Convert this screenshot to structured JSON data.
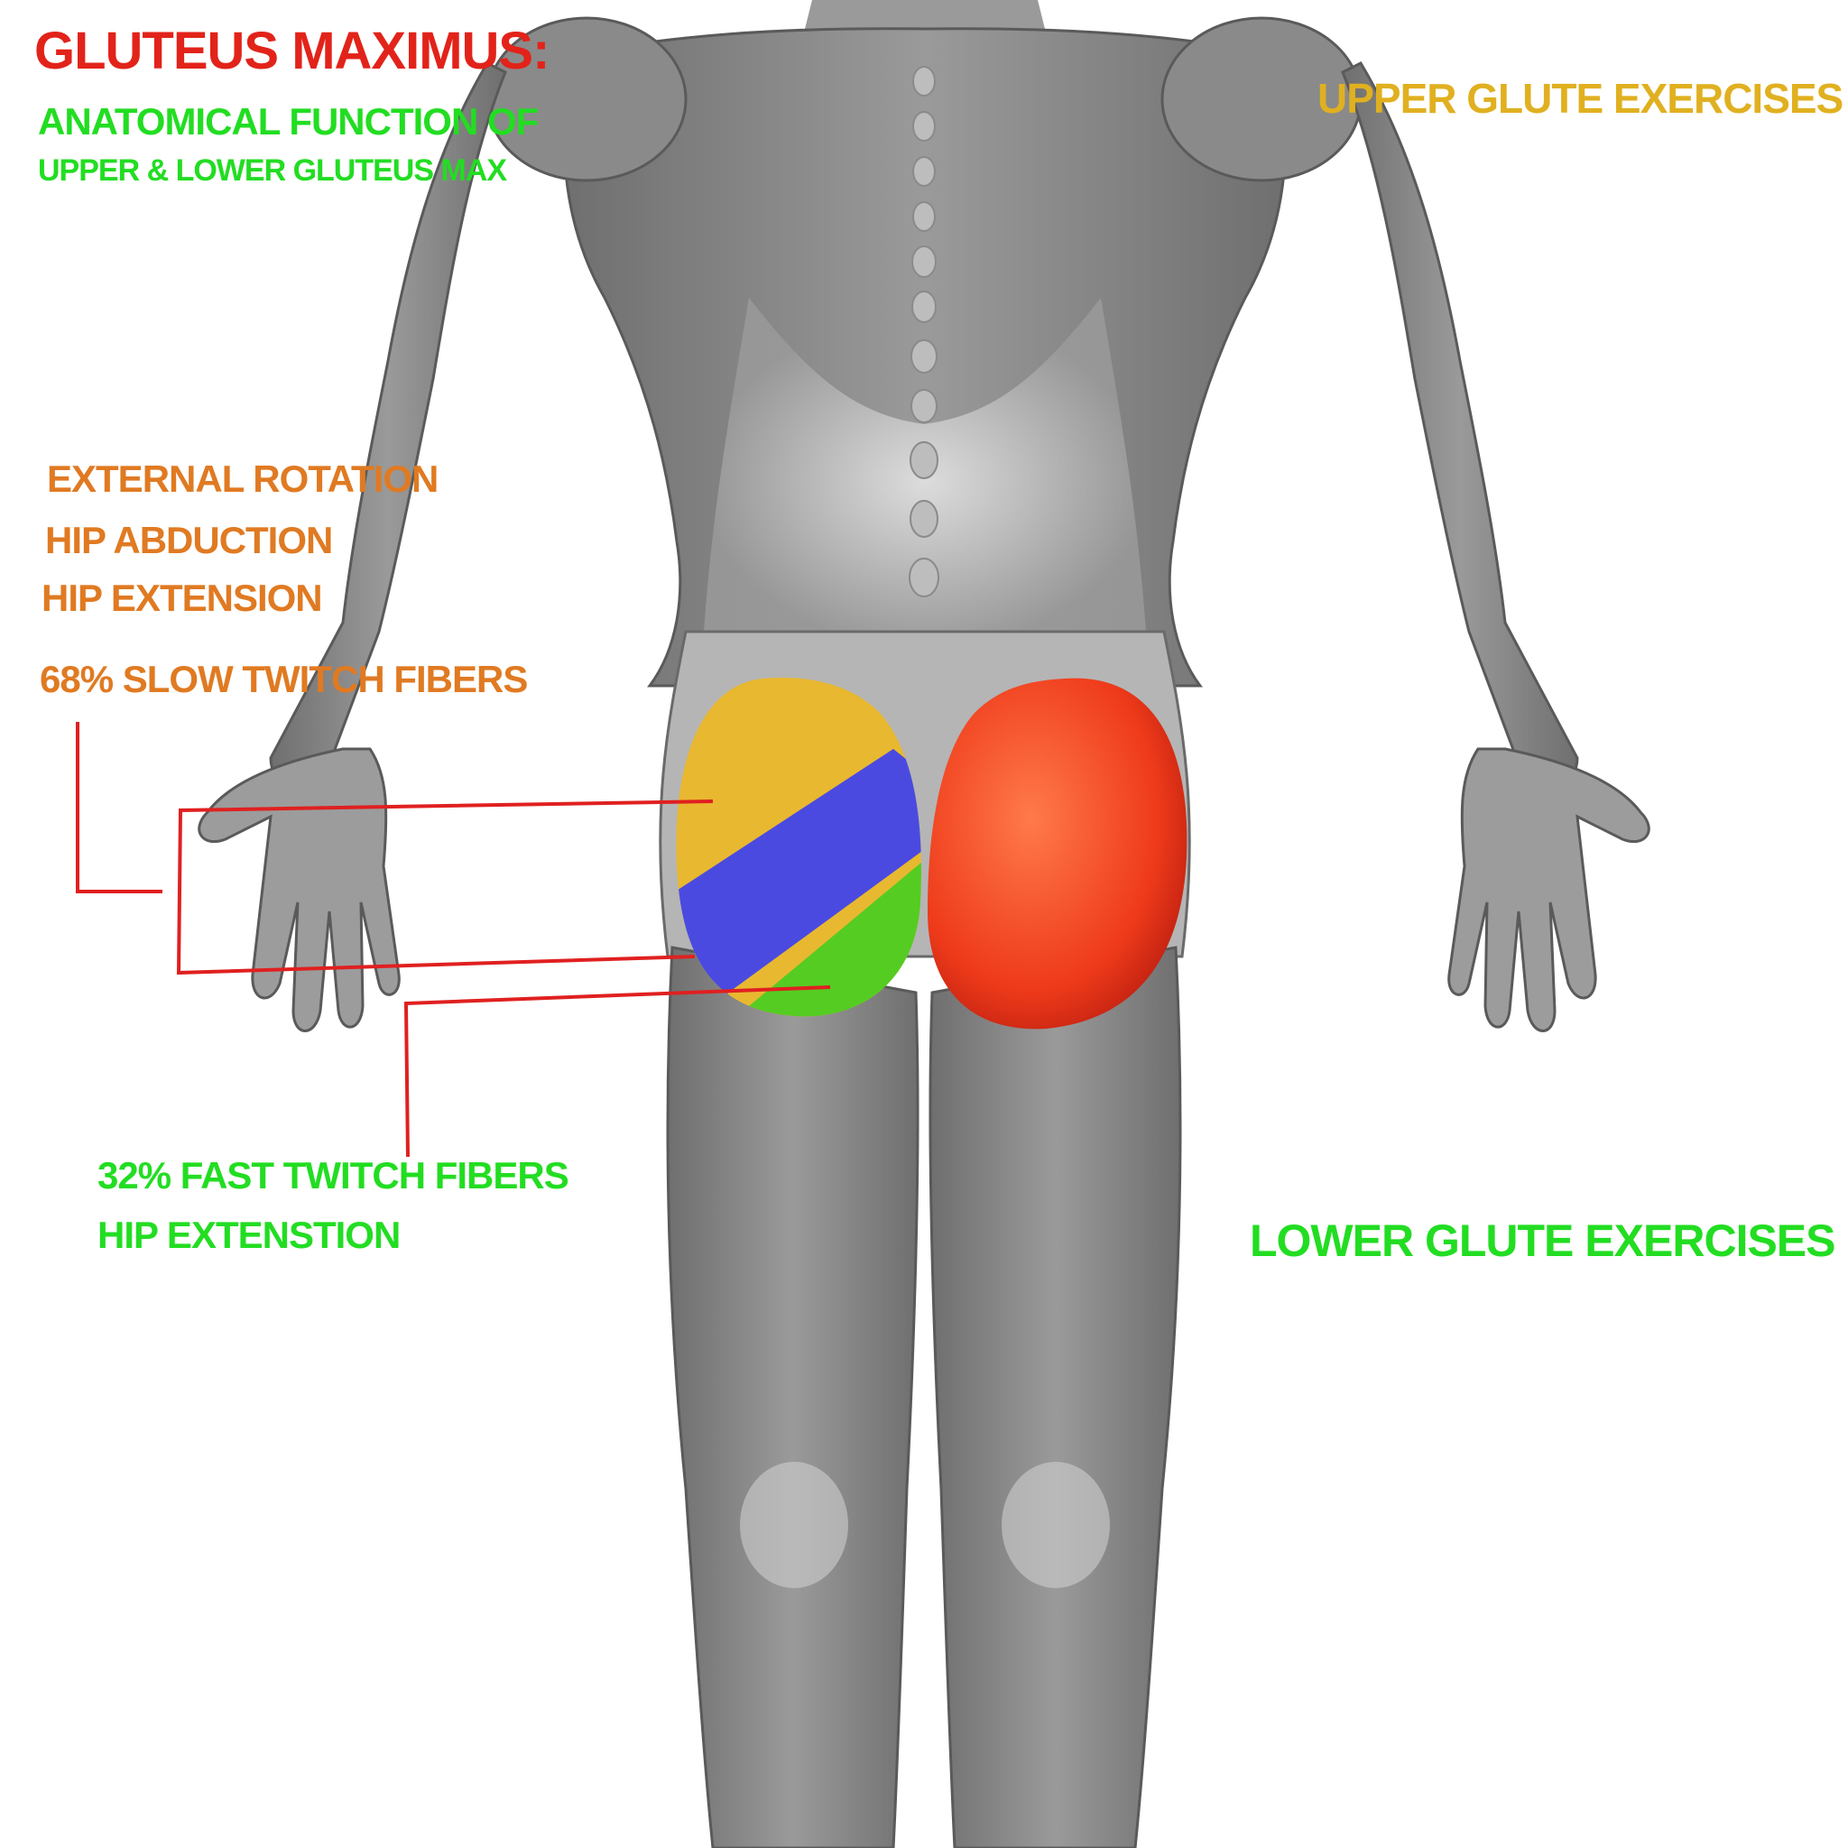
{
  "colors": {
    "title": "#e2231a",
    "function_heading": "#22dd22",
    "upper_text": "#e07a22",
    "lower_text": "#22dd22",
    "upper_exercises": "#e0b020",
    "lower_exercises": "#22dd22",
    "leader_line": "#e02020",
    "upper_gluteus_region": "#e8b830",
    "middle_gluteus_region": "#4a4ae0",
    "lower_gluteus_region": "#55cc22",
    "gluteus_right": "#ee3a1a",
    "body_gray": "#8c8c8c"
  },
  "header": {
    "title": "GLUTEUS MAXIMUS:",
    "subtitle_line1": "ANATOMICAL FUNCTION OF",
    "subtitle_line2": "UPPER & LOWER GLUTEUS MAX"
  },
  "upper_gluteus": {
    "functions": [
      "EXTERNAL ROTATION",
      "HIP ABDUCTION",
      "HIP EXTENSION",
      "68% SLOW TWITCH FIBERS"
    ]
  },
  "lower_gluteus": {
    "functions": [
      "32% FAST TWITCH FIBERS",
      "HIP EXTENSTION"
    ]
  },
  "exercises": {
    "upper": "UPPER GLUTE EXERCISES",
    "lower": "LOWER GLUTE EXERCISES"
  }
}
